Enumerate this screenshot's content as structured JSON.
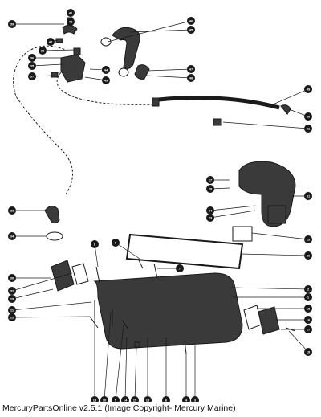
{
  "caption": "MercuryPartsOnline v2.5.1 (Image Copyright- Mercury Marine)",
  "colors": {
    "ink": "#1a1a1a",
    "part_fill": "#3a3a3a",
    "paper": "#ffffff"
  },
  "callouts": [
    {
      "id": "c41",
      "label": "41"
    },
    {
      "id": "c42",
      "label": "42"
    },
    {
      "id": "c39",
      "label": "39"
    },
    {
      "id": "c40",
      "label": "40"
    },
    {
      "id": "c38",
      "label": "38"
    },
    {
      "id": "c36",
      "label": "36"
    },
    {
      "id": "c35",
      "label": "35"
    },
    {
      "id": "c37",
      "label": "37"
    },
    {
      "id": "c44",
      "label": "44"
    },
    {
      "id": "c43",
      "label": "43"
    },
    {
      "id": "c46",
      "label": "46"
    },
    {
      "id": "c45",
      "label": "45"
    },
    {
      "id": "c47",
      "label": "47"
    },
    {
      "id": "c48",
      "label": "48"
    },
    {
      "id": "c49",
      "label": "49"
    },
    {
      "id": "c50",
      "label": "50"
    },
    {
      "id": "c51",
      "label": "51"
    },
    {
      "id": "c27",
      "label": "27"
    },
    {
      "id": "c28",
      "label": "28"
    },
    {
      "id": "c31",
      "label": "31"
    },
    {
      "id": "c24",
      "label": "24"
    },
    {
      "id": "c23",
      "label": "23"
    },
    {
      "id": "c33",
      "label": "33"
    },
    {
      "id": "c34",
      "label": "34"
    },
    {
      "id": "c25",
      "label": "25"
    },
    {
      "id": "c8",
      "label": "8"
    },
    {
      "id": "c9",
      "label": "9"
    },
    {
      "id": "c26",
      "label": "26"
    },
    {
      "id": "c7",
      "label": "7"
    },
    {
      "id": "c30",
      "label": "30"
    },
    {
      "id": "c32",
      "label": "32"
    },
    {
      "id": "c29",
      "label": "29"
    },
    {
      "id": "c2",
      "label": "2"
    },
    {
      "id": "c1",
      "label": "1"
    },
    {
      "id": "c11",
      "label": "11"
    },
    {
      "id": "c12",
      "label": "12"
    },
    {
      "id": "c18",
      "label": "18"
    },
    {
      "id": "c16",
      "label": "16"
    },
    {
      "id": "c17",
      "label": "17"
    },
    {
      "id": "c19",
      "label": "19"
    },
    {
      "id": "c13b",
      "label": "13"
    },
    {
      "id": "c10",
      "label": "10"
    },
    {
      "id": "c5",
      "label": "5"
    },
    {
      "id": "c14",
      "label": "14"
    },
    {
      "id": "c15",
      "label": "15"
    },
    {
      "id": "c13",
      "label": "13"
    },
    {
      "id": "c6",
      "label": "6"
    },
    {
      "id": "c4",
      "label": "4"
    },
    {
      "id": "c3",
      "label": "3"
    }
  ]
}
